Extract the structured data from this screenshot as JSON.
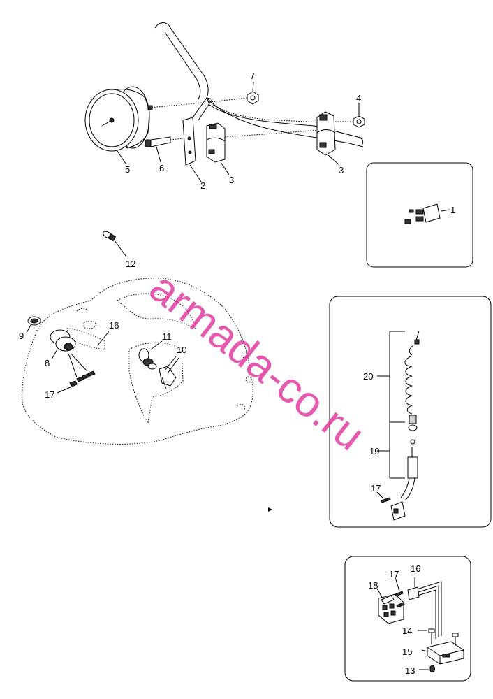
{
  "watermark": "armada-co.ru",
  "callouts": {
    "c7": "7",
    "c4": "4",
    "c5": "5",
    "c6": "6",
    "c2": "2",
    "c3a": "3",
    "c3b": "3",
    "c1": "1",
    "c12": "12",
    "c9": "9",
    "c16a": "16",
    "c11": "11",
    "c10": "10",
    "c8": "8",
    "c17a": "17",
    "c20": "20",
    "c19": "19",
    "c17b": "17",
    "c16b": "16",
    "c17c": "17",
    "c18": "18",
    "c14": "14",
    "c15": "15",
    "c13": "13"
  },
  "colors": {
    "watermark": "#e23aa0",
    "line": "#000000"
  }
}
